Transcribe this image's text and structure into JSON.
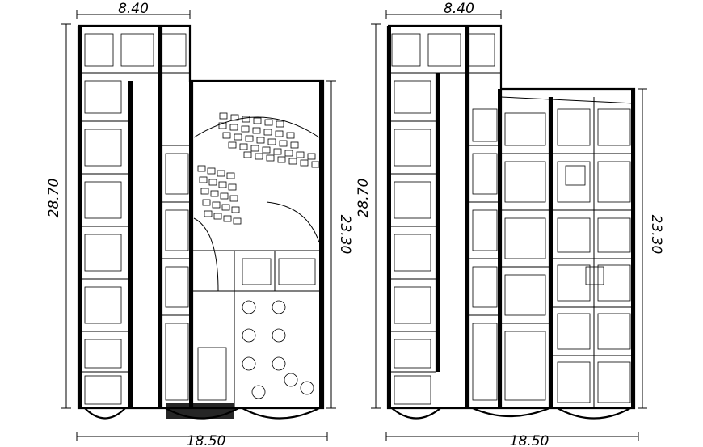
{
  "plans": [
    {
      "id": "left-plan",
      "dims": {
        "top": "8.40",
        "left": "28.70",
        "right": "23.30",
        "bottom": "18.50"
      }
    },
    {
      "id": "right-plan",
      "dims": {
        "top": "8.40",
        "left": "28.70",
        "right": "23.30",
        "bottom": "18.50"
      }
    }
  ]
}
